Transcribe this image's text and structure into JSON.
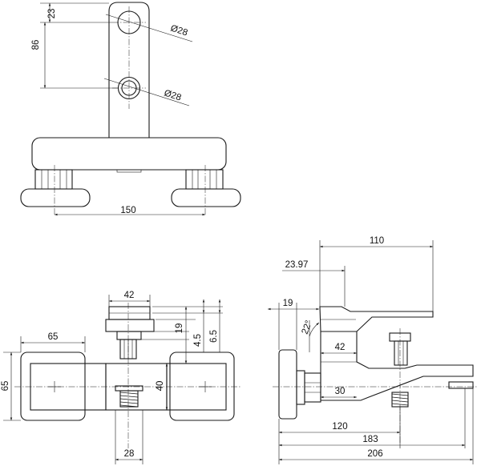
{
  "drawing": {
    "top_view": {
      "dim_23": "23",
      "dim_86": "86",
      "dia_upper": "Ø28",
      "dia_lower": "Ø28",
      "dim_150": "150"
    },
    "front_view": {
      "dim_65_width": "65",
      "dim_65_height": "65",
      "dim_42": "42",
      "dim_19": "19",
      "dim_4_5": "4.5",
      "dim_6_5": "6.5",
      "dim_40": "40",
      "dim_28": "28"
    },
    "side_view": {
      "dim_110": "110",
      "dim_23_97": "23.97",
      "dim_19": "19",
      "angle_22": "22°",
      "dim_42": "42",
      "dim_30": "30",
      "dim_120": "120",
      "dim_183": "183",
      "dim_206": "206"
    }
  }
}
